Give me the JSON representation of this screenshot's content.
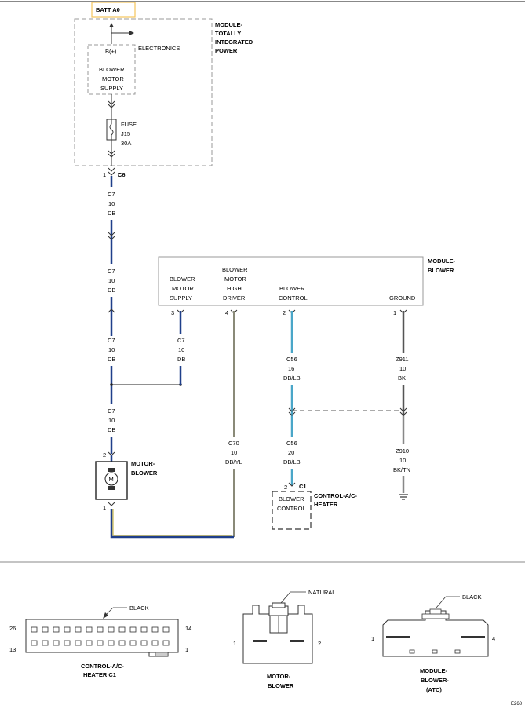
{
  "colors": {
    "wire_db": "#1f3f8a",
    "wire_dblb": "#4aa6c8",
    "wire_dbyl_dark": "#1f3f8a",
    "wire_dbyl_light": "#c8b84a",
    "wire_bk": "#555555",
    "wire_dbyl": "#8a8a78",
    "highlight": "#f5c45a"
  },
  "batt": "BATT A0",
  "tip_module": {
    "name": [
      "MODULE-",
      "TOTALLY",
      "INTEGRATED",
      "POWER"
    ],
    "electronics": "ELECTRONICS",
    "bplus": "B(+)",
    "supply": [
      "BLOWER",
      "MOTOR",
      "SUPPLY"
    ]
  },
  "fuse": {
    "label": "FUSE",
    "id": "J15",
    "amps": "30A"
  },
  "c6": {
    "pin": "1",
    "name": "C6"
  },
  "wire_c7": {
    "circuit": "C7",
    "gauge": "10",
    "color": "DB"
  },
  "module_blower": {
    "name": [
      "MODULE-",
      "BLOWER"
    ],
    "pins": [
      {
        "label": [
          "BLOWER",
          "MOTOR",
          "SUPPLY"
        ],
        "pin": "3"
      },
      {
        "label": [
          "BLOWER",
          "MOTOR",
          "HIGH",
          "DRIVER"
        ],
        "pin": "4"
      },
      {
        "label": [
          "BLOWER",
          "CONTROL"
        ],
        "pin": "2"
      },
      {
        "label": [
          "GROUND"
        ],
        "pin": "1"
      }
    ]
  },
  "wire_c56_16": {
    "circuit": "C56",
    "gauge": "16",
    "color": "DB/LB"
  },
  "wire_c56_20": {
    "circuit": "C56",
    "gauge": "20",
    "color": "DB/LB"
  },
  "wire_z911": {
    "circuit": "Z911",
    "gauge": "10",
    "color": "BK"
  },
  "wire_z910": {
    "circuit": "Z910",
    "gauge": "10",
    "color": "BK/TN"
  },
  "wire_c70": {
    "circuit": "C70",
    "gauge": "10",
    "color": "DB/YL"
  },
  "motor": {
    "name": [
      "MOTOR-",
      "BLOWER"
    ],
    "symbol": "M",
    "pin_top": "2",
    "pin_bottom": "1"
  },
  "control_heater": {
    "name": [
      "CONTROL-A/C-",
      "HEATER"
    ],
    "connector": "C1",
    "pin": "2",
    "label": [
      "BLOWER",
      "CONTROL"
    ]
  },
  "connectors": {
    "c1": {
      "color": "BLACK",
      "name": [
        "CONTROL-A/C-",
        "HEATER C1"
      ],
      "pins": [
        "26",
        "14",
        "13",
        "1"
      ]
    },
    "motor": {
      "color": "NATURAL",
      "name": [
        "MOTOR-",
        "BLOWER"
      ],
      "pins": [
        "1",
        "2"
      ]
    },
    "module": {
      "color": "BLACK",
      "name": [
        "MODULE-",
        "BLOWER-",
        "(ATC)"
      ],
      "pins": [
        "1",
        "4"
      ]
    }
  },
  "figure_id": "E268"
}
